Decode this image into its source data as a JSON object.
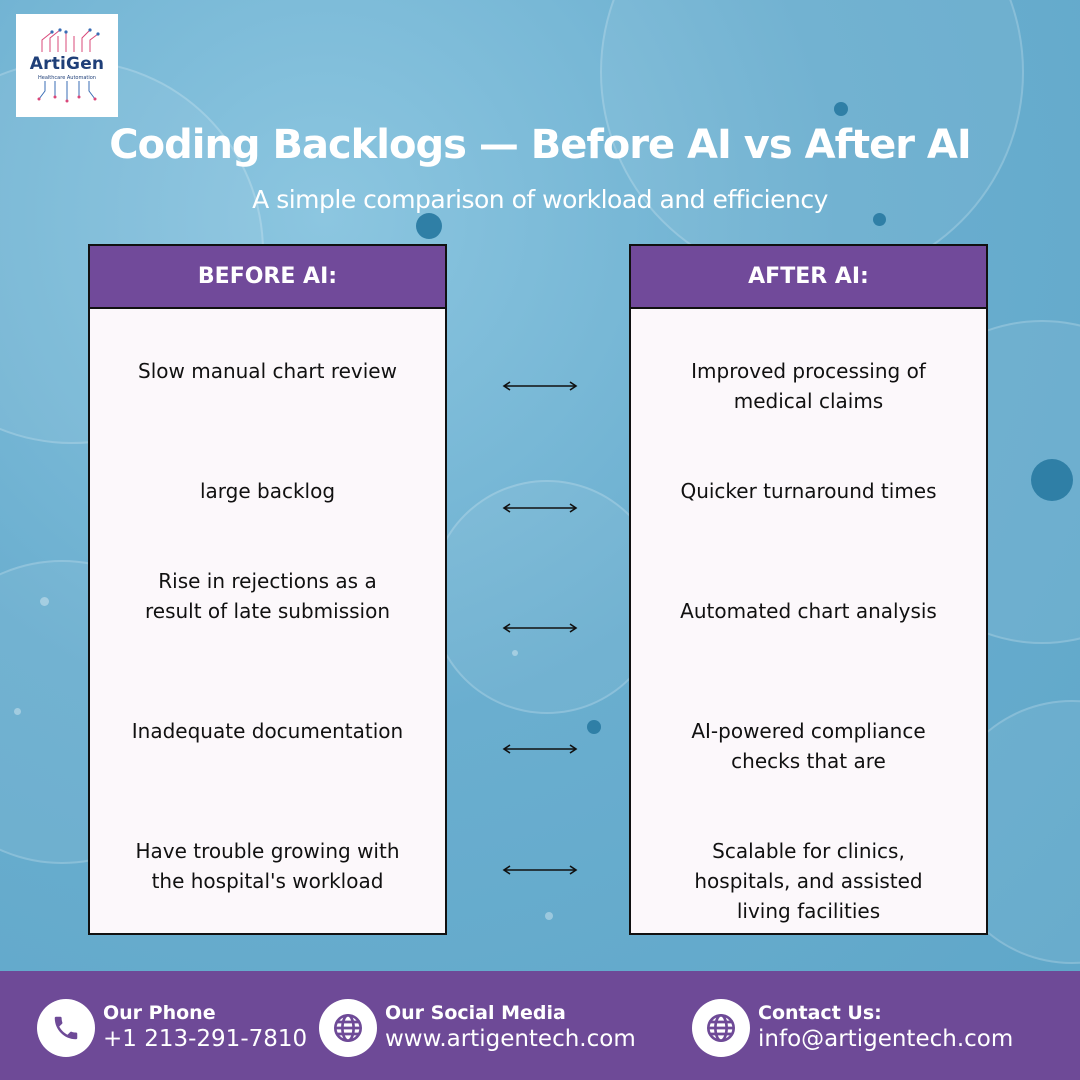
{
  "brand": {
    "logo_name": "ArtiGen",
    "logo_tagline": "Healthcare Automation"
  },
  "header": {
    "title": "Coding Backlogs — Before AI vs After AI",
    "subtitle": "A simple comparison of workload and efficiency"
  },
  "comparison": {
    "before": {
      "heading": "BEFORE AI:",
      "items": [
        "Slow manual chart review",
        "large backlog",
        "Rise in rejections as a result of late submission",
        "Inadequate documentation",
        "Have trouble growing with the hospital's workload"
      ]
    },
    "after": {
      "heading": "AFTER AI:",
      "items": [
        "Improved processing of medical claims",
        "Quicker turnaround times",
        "Automated chart analysis",
        "AI-powered compliance checks that are",
        "Scalable for clinics, hospitals, and assisted living facilities"
      ]
    }
  },
  "icons": {
    "phone": "phone-icon",
    "social": "globe-icon",
    "contact": "globe-icon",
    "row_link": "double-arrow-icon"
  },
  "footer": {
    "phone": {
      "label": "Our Phone",
      "value": "+1 213-291-7810"
    },
    "social": {
      "label": "Our Social Media",
      "value": "www.artigentech.com"
    },
    "contact": {
      "label": "Contact Us:",
      "value": "info@artigentech.com"
    }
  },
  "colors": {
    "accent_purple": "#714a9a",
    "background_blue": "#6fb3d2",
    "brand_navy": "#1f3f78"
  }
}
